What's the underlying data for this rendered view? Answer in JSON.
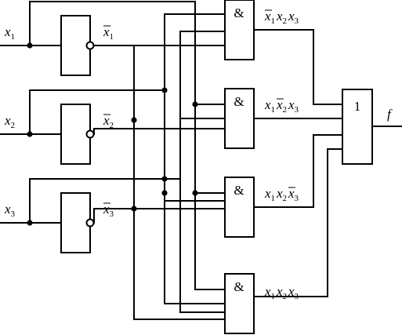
{
  "inputs": [
    {
      "name": "x",
      "index": "1"
    },
    {
      "name": "x",
      "index": "2"
    },
    {
      "name": "x",
      "index": "3"
    }
  ],
  "inverters": [
    {
      "output_name": "x",
      "index": "1"
    },
    {
      "output_name": "x",
      "index": "2"
    },
    {
      "output_name": "x",
      "index": "3"
    }
  ],
  "and_gates": [
    {
      "symbol": "&",
      "term": [
        {
          "v": "x",
          "i": "1",
          "neg": true
        },
        {
          "v": "x",
          "i": "2",
          "neg": false
        },
        {
          "v": "x",
          "i": "3",
          "neg": false
        }
      ]
    },
    {
      "symbol": "&",
      "term": [
        {
          "v": "x",
          "i": "1",
          "neg": false
        },
        {
          "v": "x",
          "i": "2",
          "neg": true
        },
        {
          "v": "x",
          "i": "3",
          "neg": false
        }
      ]
    },
    {
      "symbol": "&",
      "term": [
        {
          "v": "x",
          "i": "1",
          "neg": false
        },
        {
          "v": "x",
          "i": "2",
          "neg": false
        },
        {
          "v": "x",
          "i": "3",
          "neg": true
        }
      ]
    },
    {
      "symbol": "&",
      "term": [
        {
          "v": "x",
          "i": "1",
          "neg": false
        },
        {
          "v": "x",
          "i": "2",
          "neg": false
        },
        {
          "v": "x",
          "i": "3",
          "neg": false
        }
      ]
    }
  ],
  "or_gate": {
    "symbol": "1"
  },
  "output": {
    "name": "f"
  }
}
